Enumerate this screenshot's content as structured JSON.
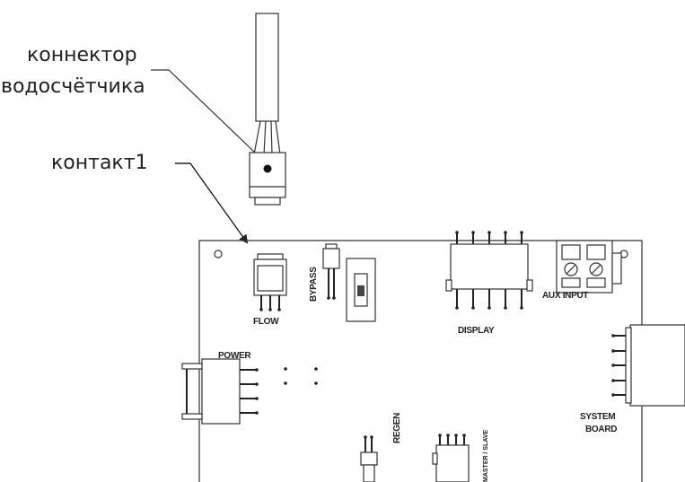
{
  "callouts": {
    "connector_line1": "коннектор",
    "connector_line2": "водосчётчика",
    "contact": "контакт1"
  },
  "board_labels": {
    "flow": "FLOW",
    "bypass": "BYPASS",
    "display": "DISPLAY",
    "aux_input": "AUX INPUT",
    "power": "POWER",
    "regen": "REGEN",
    "master_slave": "MASTER / SLAVE",
    "system": "SYSTEM",
    "board": "BOARD"
  },
  "colors": {
    "line": "#333333",
    "text": "#222222",
    "background": "#ffffff"
  }
}
